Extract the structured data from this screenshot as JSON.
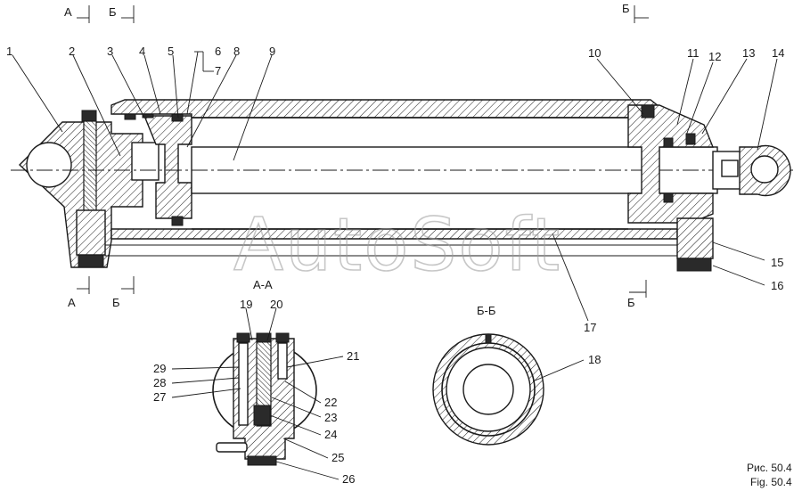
{
  "section_markers": {
    "A": "А",
    "B": "Б"
  },
  "part_numbers": [
    "1",
    "2",
    "3",
    "4",
    "5",
    "6",
    "7",
    "8",
    "9",
    "10",
    "11",
    "12",
    "13",
    "14",
    "15",
    "16",
    "17",
    "18",
    "19",
    "20",
    "21",
    "22",
    "23",
    "24",
    "25",
    "26",
    "27",
    "28",
    "29"
  ],
  "views": {
    "section_aa": "А-А",
    "section_bb": "Б-Б"
  },
  "watermark": "AutoSoft",
  "caption": {
    "ru": "Рис. 50.4",
    "en": "Fig. 50.4"
  }
}
